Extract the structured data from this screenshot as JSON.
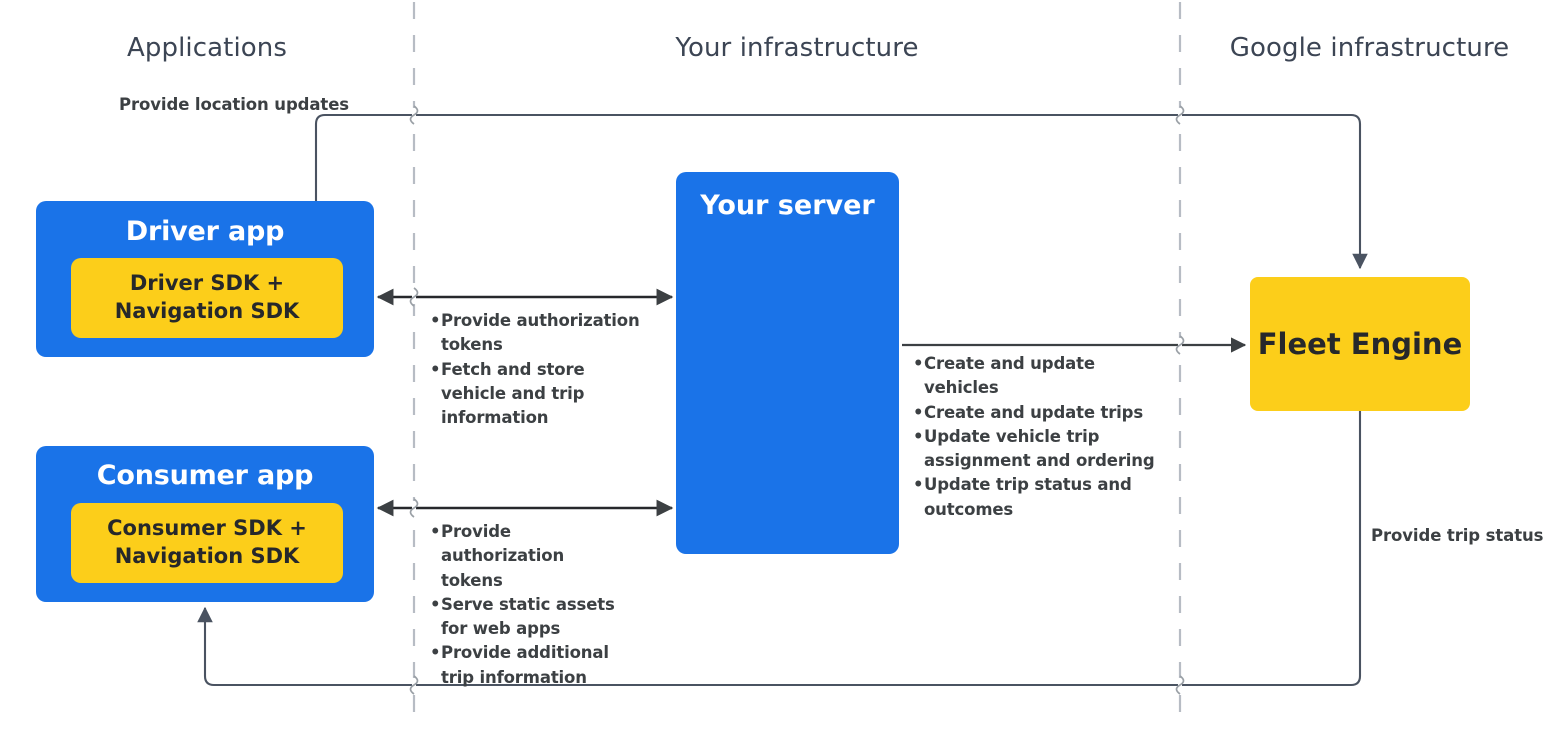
{
  "diagram": {
    "title_semantic": "fleet-engine-architecture",
    "colors": {
      "blue": "#1a73e8",
      "yellow": "#fcce1a",
      "text_dark": "#3c4043",
      "zone_title": "#3c4554",
      "wire": "#3c4043",
      "divider": "#bdc1c6"
    },
    "zones": [
      {
        "key": "applications",
        "label": "Applications"
      },
      {
        "key": "your_infrastructure",
        "label": "Your infrastructure"
      },
      {
        "key": "google_infrastructure",
        "label": "Google infrastructure"
      }
    ],
    "nodes": {
      "driver_app": {
        "title": "Driver app",
        "sdk_line1": "Driver SDK +",
        "sdk_line2": "Navigation SDK"
      },
      "consumer_app": {
        "title": "Consumer app",
        "sdk_line1": "Consumer SDK +",
        "sdk_line2": "Navigation SDK"
      },
      "your_server": {
        "title": "Your server"
      },
      "fleet_engine": {
        "title": "Fleet Engine"
      }
    },
    "labels": {
      "provide_location_updates": "Provide location updates",
      "provide_trip_status": "Provide trip status"
    },
    "bullet_groups": {
      "driver_server": [
        "Provide authorization tokens",
        "Fetch and store vehicle and trip information"
      ],
      "consumer_server": [
        "Provide authorization tokens",
        "Serve static assets for web apps",
        "Provide additional trip information"
      ],
      "server_fleet": [
        "Create and update vehicles",
        "Create and update trips",
        "Update vehicle trip assignment and ordering",
        "Update trip status and outcomes"
      ]
    }
  }
}
